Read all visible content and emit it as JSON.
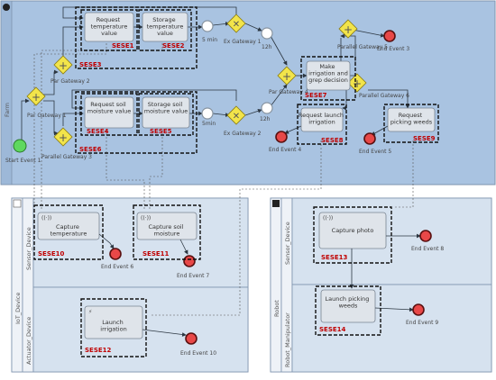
{
  "pools": {
    "farm": "Farm",
    "iot_device": "IoT_Device",
    "robot": "Robot"
  },
  "lanes": {
    "sensor_device": "Sensor_Device",
    "actuator_device": "Actuator_Device",
    "robot_sensor_device": "Sensor_Device",
    "robot_manipulator": "Robot_Manipulator"
  },
  "tasks": {
    "request_temperature": "Request temperature value",
    "storage_temperature": "Storage temperature value",
    "request_soil": "Request soil moisture value",
    "storage_soil": "Storage soil moisture value",
    "make_irrigation": "Make irrigation and grep decision",
    "request_launch_irrigation": "Request launch irrigation",
    "request_picking_weeds": "Request picking weeds",
    "capture_temperature": "Capture temperature",
    "capture_soil": "Capture soil moisture",
    "launch_irrigation": "Launch irrigation",
    "capture_photo": "Capture photo",
    "launch_picking_weeds": "Launch picking weeds"
  },
  "gateways": {
    "par_gateway_1": "Par Gateway 1",
    "par_gateway_2": "Par Gateway 2",
    "parallel_gateway_3": "Parallel Gateway 3",
    "ex_gateway_1": "Ex Gateway 1",
    "ex_gateway_2": "Ex Gateway 2",
    "par_gateway_4": "Par Gateway 4",
    "parallel_gateway_5": "Parallel Gateway 5",
    "parallel_gateway_6": "Parallel Gateway 6"
  },
  "timers": {
    "t1": "5 min",
    "t2": "12h",
    "t3": "5min",
    "t4": "12h"
  },
  "events": {
    "start_event_1": "Start Event 1",
    "end_event_3": "End Event 3",
    "end_event_4": "End Event 4",
    "end_event_5": "End Event 5",
    "end_event_6": "End Event 6",
    "end_event_7": "End Event 7",
    "end_event_8": "End Event 8",
    "end_event_9": "End Event 9",
    "end_event_10": "End Event 10"
  },
  "sese_labels": {
    "sese1": "SESE1",
    "sese2": "SESE2",
    "sese3": "SESE3",
    "sese4": "SESE4",
    "sese5": "SESE5",
    "sese6": "SESE6",
    "sese7": "SESE7",
    "sese8": "SESE8",
    "sese9": "SESE9",
    "sese10": "SESE10",
    "sese11": "SESE11",
    "sese12": "SESE12",
    "sese13": "SESE13",
    "sese14": "SESE14"
  },
  "colors": {
    "farm_pool": "#a9c3e1",
    "device_lane": "#d6e2ef",
    "task_fill": "#dfe4ea",
    "gateway": "#f2e44a",
    "end_event": "#e84848",
    "start_event": "#5fd85f",
    "sese_label": "#c00000"
  }
}
